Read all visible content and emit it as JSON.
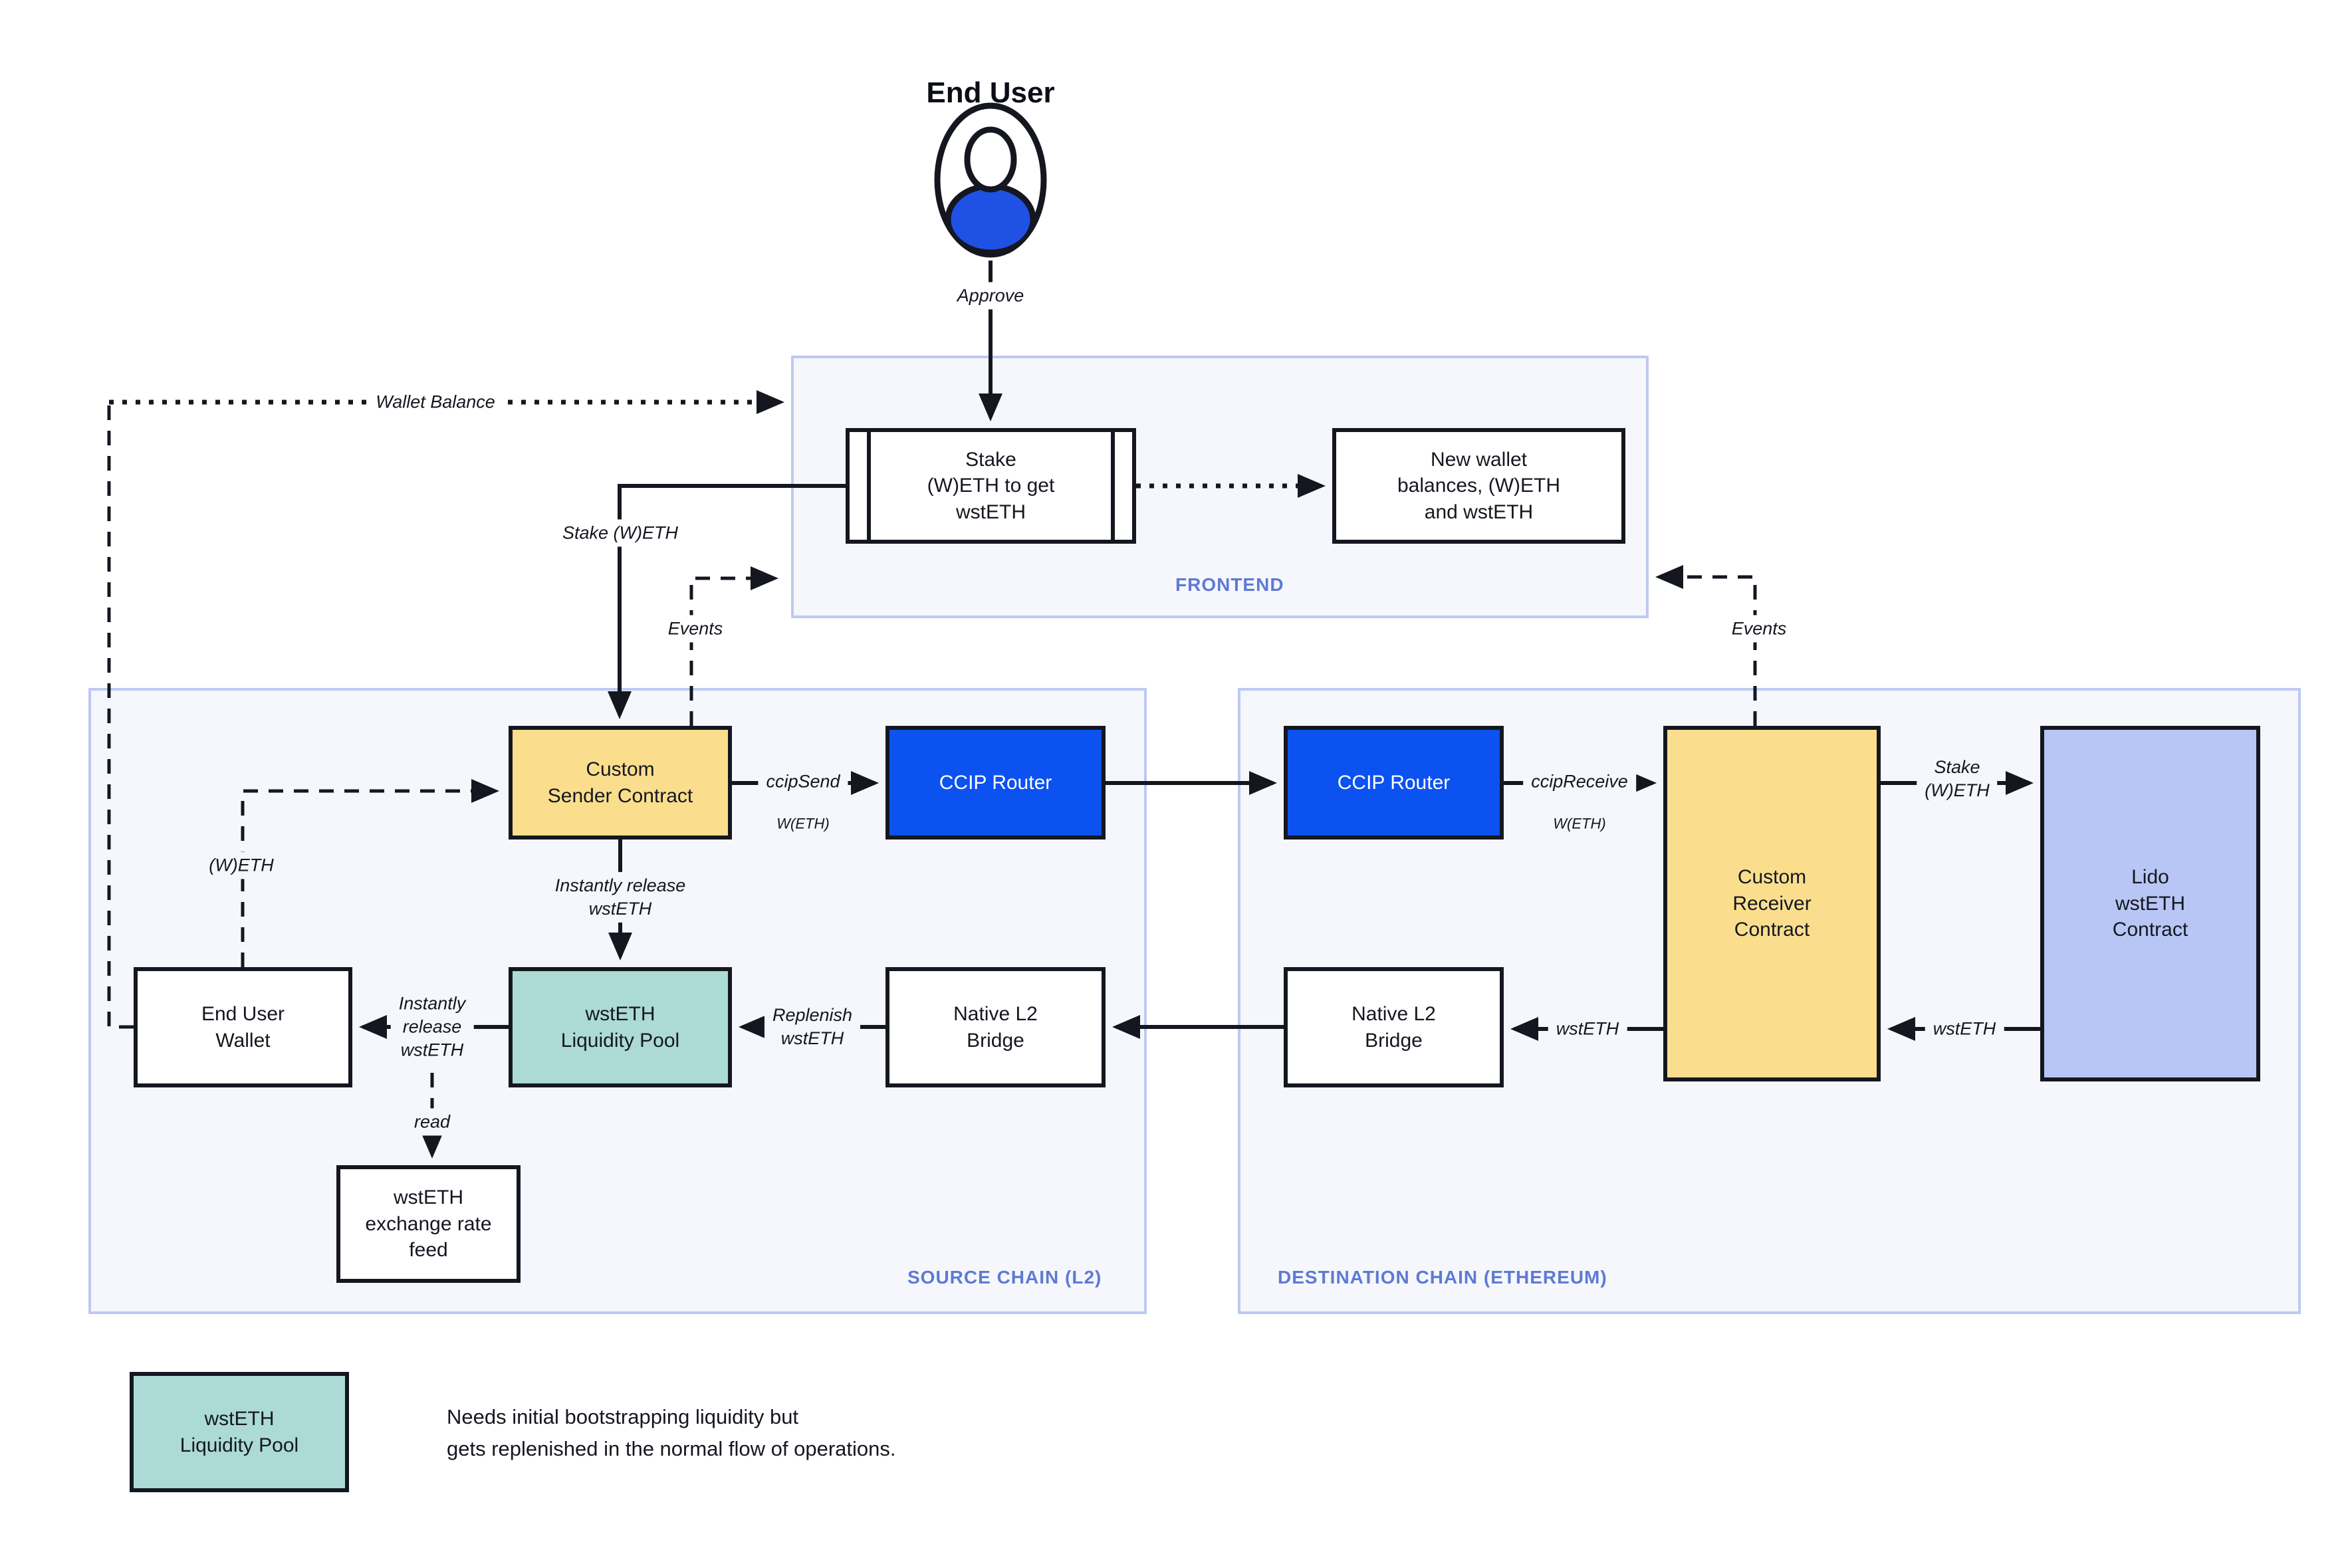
{
  "colors": {
    "ink": "#14171F",
    "container_bg": "#F5F7FC",
    "container_border": "#BDC9F2",
    "container_label": "#5F7AD4",
    "yellow": "#FADE8E",
    "ccip_blue": "#0C52F0",
    "teal": "#ACDAD4",
    "periwinkle": "#B8C6F5",
    "avatar_blue": "#2051E5"
  },
  "actor": {
    "title": "End User",
    "approve": "Approve"
  },
  "frontend": {
    "label": "FRONTEND",
    "stake_box": "Stake\n(W)ETH to get\nwstETH",
    "new_wallet_box": "New wallet\nbalances, (W)ETH\nand wstETH"
  },
  "source_chain": {
    "label": "SOURCE CHAIN (L2)",
    "custom_sender": "Custom\nSender Contract",
    "ccip_router": "CCIP Router",
    "end_user_wallet": "End User\nWallet",
    "liquidity_pool": "wstETH\nLiquidity Pool",
    "native_bridge": "Native L2\nBridge",
    "rate_feed": "wstETH\nexchange rate\nfeed"
  },
  "dest_chain": {
    "label": "DESTINATION CHAIN (ETHEREUM)",
    "ccip_router": "CCIP Router",
    "custom_receiver": "Custom\nReceiver\nContract",
    "native_bridge": "Native L2\nBridge",
    "lido": "Lido\nwstETH\nContract"
  },
  "edges": {
    "wallet_balance": "Wallet Balance",
    "stake_weth": "Stake (W)ETH",
    "events_left": "Events",
    "events_right": "Events",
    "ccip_send": "ccipSend",
    "ccip_send_asset": "W(ETH)",
    "ccip_receive": "ccipReceive",
    "ccip_receive_asset": "W(ETH)",
    "stake_weth_dest": "Stake\n(W)ETH",
    "instantly_release": "Instantly release\nwstETH",
    "weth": "(W)ETH",
    "instantly_release_wallet": "Instantly\nrelease\nwstETH",
    "replenish": "Replenish\nwstETH",
    "wsteth_to_bridge": "wstETH",
    "wsteth_from_lido": "wstETH",
    "read": "read"
  },
  "legend": {
    "box": "wstETH\nLiquidity Pool",
    "note": "Needs initial bootstrapping liquidity but\ngets replenished in the normal flow of operations."
  }
}
